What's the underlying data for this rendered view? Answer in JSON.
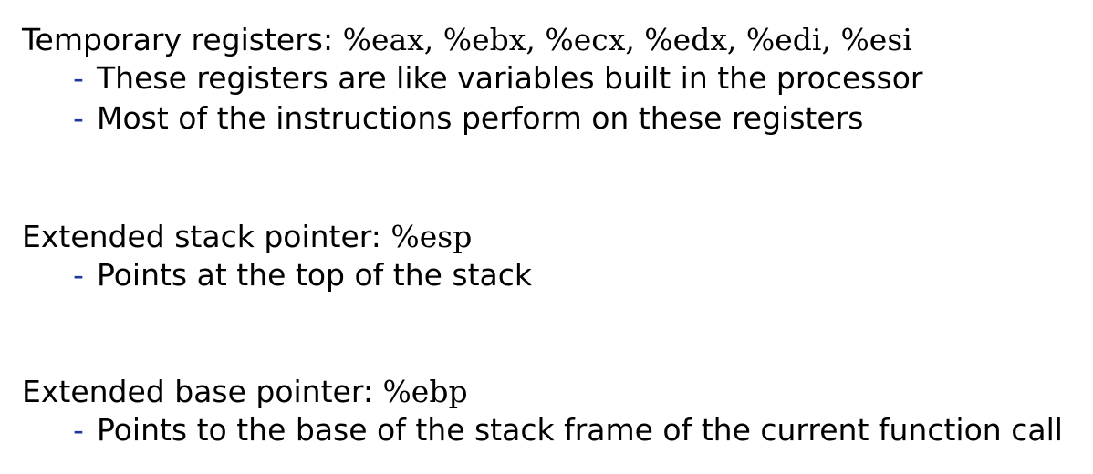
{
  "sections": [
    {
      "label": "Temporary registers:",
      "registers": "%eax, %ebx, %ecx, %edx, %edi, %esi",
      "bullets": [
        "These registers are like variables built in the processor",
        "Most of the instructions perform on these registers"
      ]
    },
    {
      "label": "Extended stack pointer:",
      "registers": "%esp",
      "bullets": [
        "Points at the top of the stack"
      ]
    },
    {
      "label": "Extended base pointer:",
      "registers": "%ebp",
      "bullets": [
        "Points to the base of the stack frame of the current function call"
      ]
    }
  ],
  "bullet_marker": "-",
  "colors": {
    "text": "#000000",
    "bullet_marker": "#1f3a9e",
    "background": "#ffffff"
  }
}
